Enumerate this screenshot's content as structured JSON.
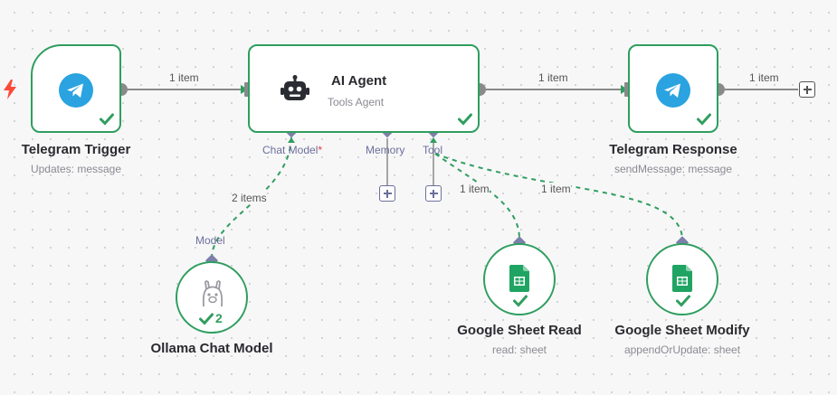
{
  "nodes": {
    "telegram_trigger": {
      "title": "Telegram Trigger",
      "subtitle": "Updates: message"
    },
    "ai_agent": {
      "title": "AI Agent",
      "subtitle": "Tools Agent"
    },
    "telegram_response": {
      "title": "Telegram Response",
      "subtitle": "sendMessage: message"
    },
    "ollama_chat_model": {
      "title": "Ollama Chat Model",
      "run_count": "2"
    },
    "google_sheet_read": {
      "title": "Google Sheet Read",
      "subtitle": "read: sheet"
    },
    "google_sheet_modify": {
      "title": "Google Sheet Modify",
      "subtitle": "appendOrUpdate: sheet"
    }
  },
  "ports": {
    "chat_model": "Chat Model",
    "required_marker": "*",
    "memory": "Memory",
    "tool": "Tool",
    "model": "Model"
  },
  "edges": {
    "trigger_to_agent": "1 item",
    "agent_to_response": "1 item",
    "response_out": "1 item",
    "model_to_agent": "2 items",
    "tool_to_read": "1 item",
    "tool_to_modify": "1 item"
  },
  "icons": {
    "trigger": "lightning-bolt-icon",
    "telegram": "telegram-icon",
    "robot": "robot-icon",
    "llama": "ollama-llama-icon",
    "sheets": "google-sheets-icon",
    "success": "checkmark-icon",
    "add": "plus-icon"
  },
  "colors": {
    "success_green": "#2f9e5f",
    "connection_gray": "#8a8a8a",
    "port_purple": "#6b6f9a",
    "trigger_red": "#ff4a3a",
    "telegram_blue": "#2aa3e0",
    "sheets_green": "#1fa463",
    "required_red": "#e23c3c"
  }
}
